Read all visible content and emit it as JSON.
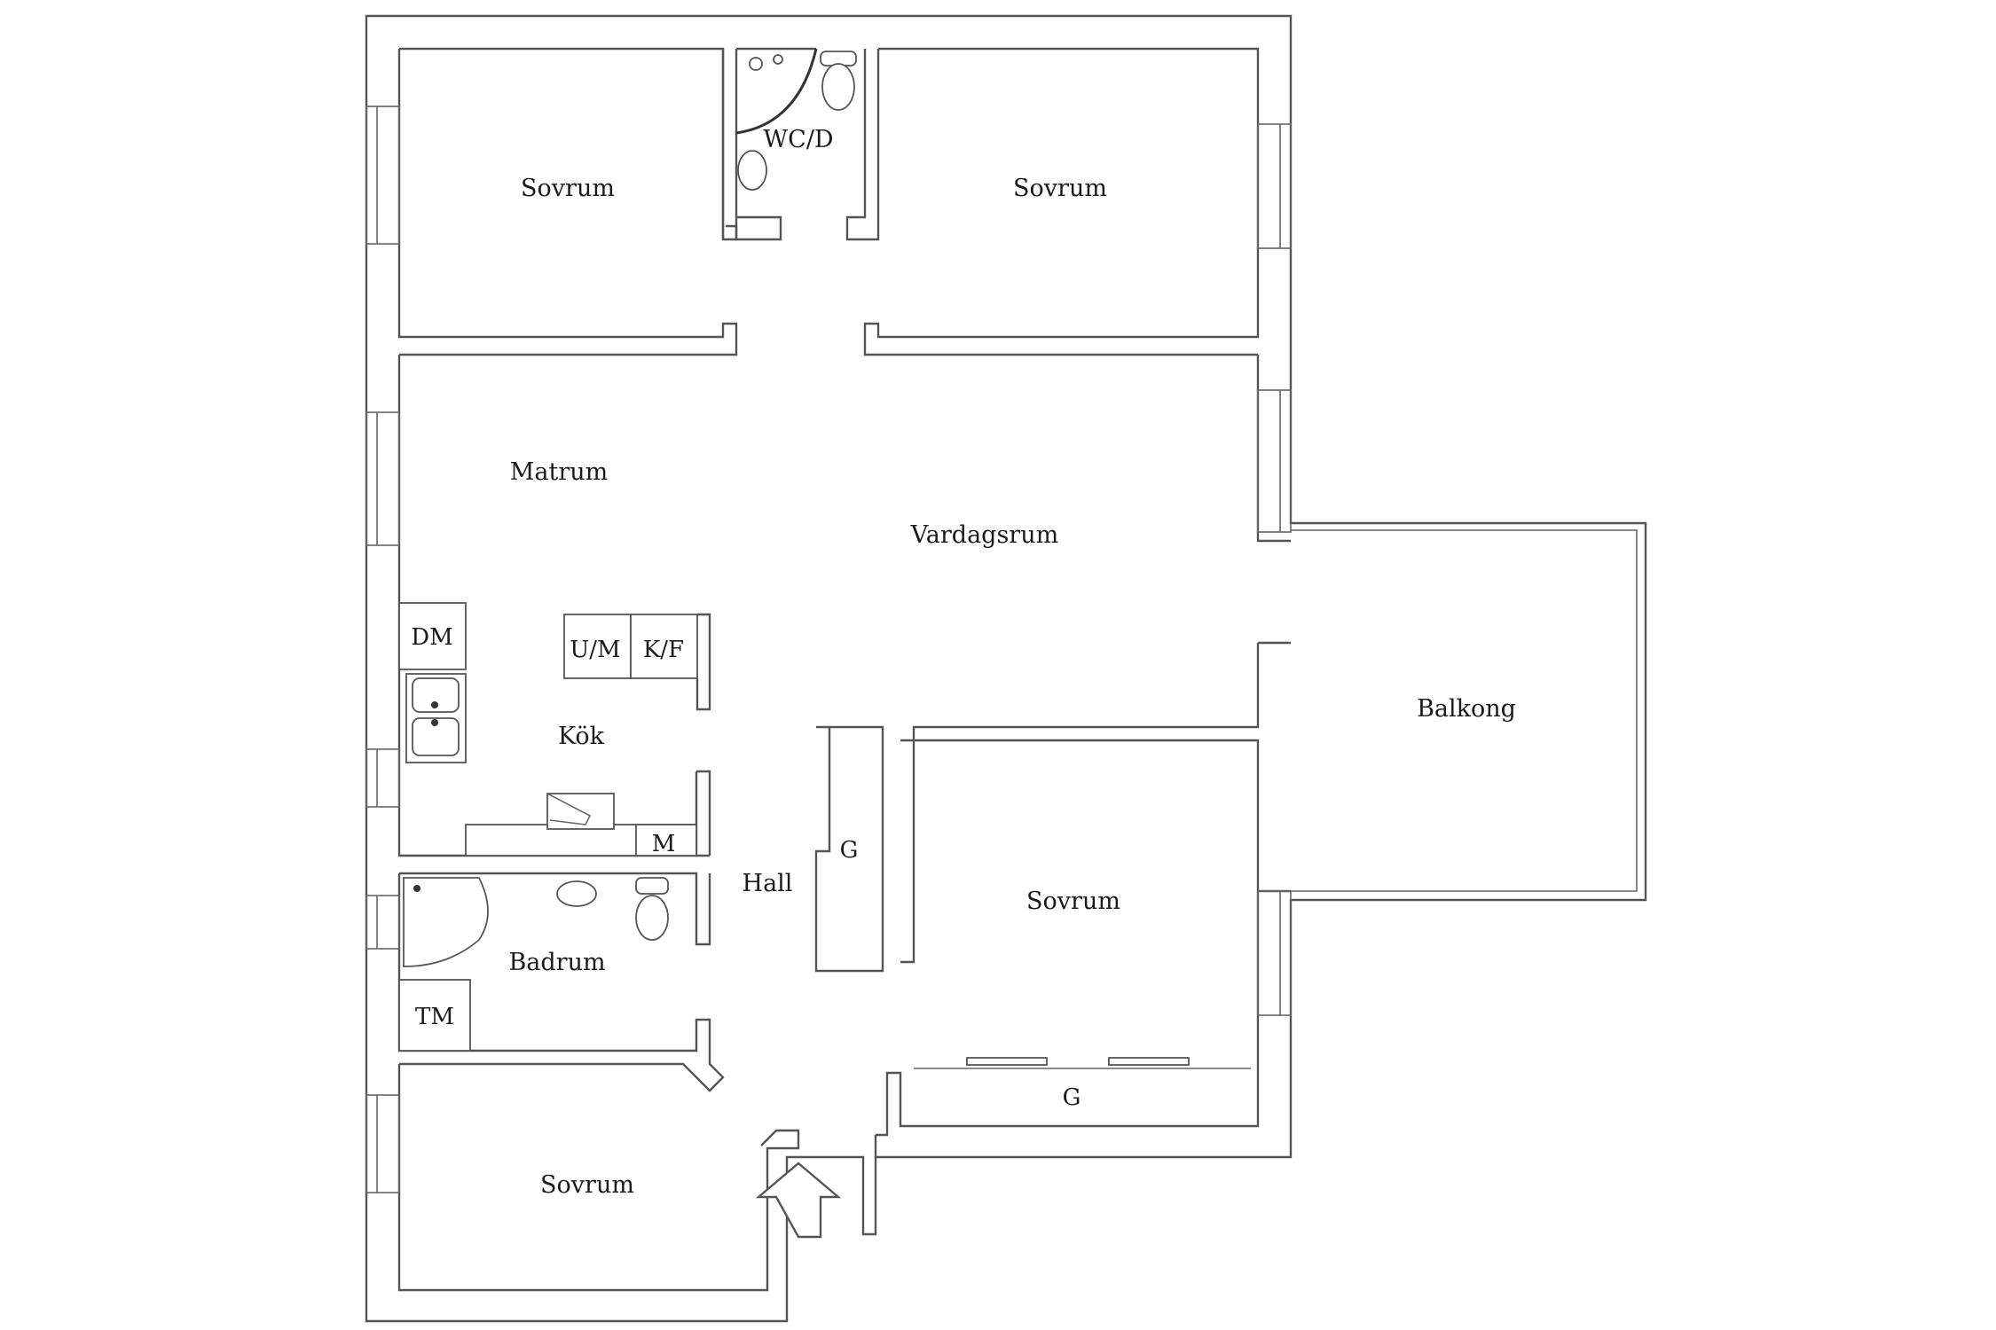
{
  "rooms": {
    "sovrum_top_left": "Sovrum",
    "wc_d": "WC/D",
    "sovrum_top_right": "Sovrum",
    "matrum": "Matrum",
    "vardagsrum": "Vardagsrum",
    "balkong": "Balkong",
    "kok": "Kök",
    "hall": "Hall",
    "sovrum_middle_right": "Sovrum",
    "badrum": "Badrum",
    "sovrum_bottom_left": "Sovrum"
  },
  "fixtures": {
    "dm": "DM",
    "um": "U/M",
    "kf": "K/F",
    "m": "M",
    "tm": "TM",
    "g_hall": "G",
    "g_bedroom": "G"
  },
  "colors": {
    "wall": "#555555",
    "background": "#ffffff"
  }
}
